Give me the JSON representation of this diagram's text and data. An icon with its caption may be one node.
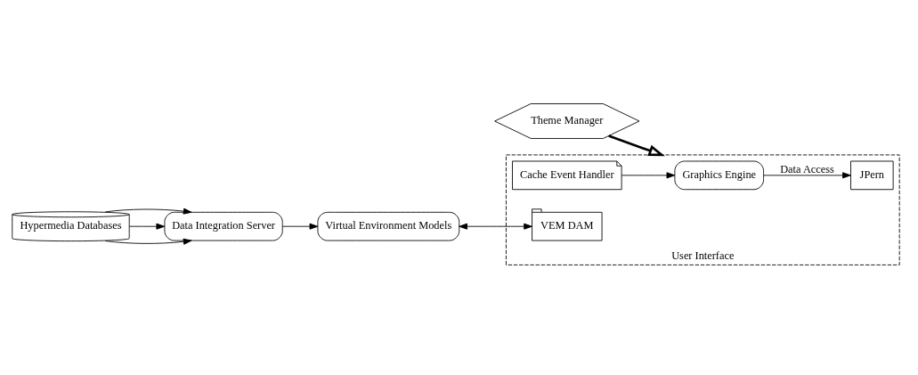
{
  "diagram": {
    "nodes": [
      {
        "text": [
          "Data Integration Server"
        ]
      },
      {
        "text": [
          "Hypermedia Databases"
        ]
      },
      {
        "text": [
          "Theme Manager"
        ]
      },
      {
        "text": [
          "User Interface"
        ]
      },
      {
        "text": [
          "Graphics Engine"
        ],
        "in": 3
      },
      {
        "text": [
          "JPern"
        ],
        "in": 3
      },
      {
        "text": [
          "Cache Event Handler"
        ],
        "in": 3
      },
      {
        "text": [
          "VEM DAM"
        ],
        "in": 3
      },
      {
        "text": [
          "Virtual Environment Models"
        ]
      }
    ],
    "edges": [
      {
        "from": 1,
        "to": 0,
        "arrow": "to"
      },
      {
        "from": 1,
        "to": 0,
        "arrow": "to"
      },
      {
        "from": 1,
        "to": 0,
        "arrow": "to"
      },
      {
        "from": 0,
        "to": 8,
        "arrow": "to"
      },
      {
        "from": 2,
        "to": 3,
        "arrow": "to",
        "style": "thick"
      },
      {
        "from": 4,
        "to": 5,
        "arrow": "to",
        "label": "Data Access"
      },
      {
        "from": 6,
        "to": 4,
        "arrow": "to"
      },
      {
        "from": 8,
        "to": 7,
        "arrow": "both"
      }
    ]
  }
}
